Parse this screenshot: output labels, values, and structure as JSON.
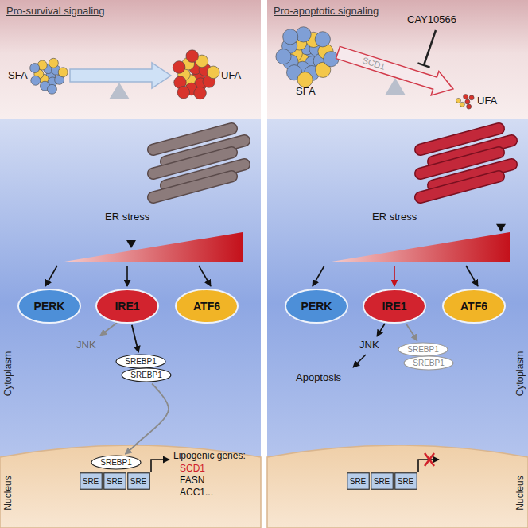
{
  "diagram": {
    "nodes": [
      {
        "text": [
          "Pro-survival signaling"
        ]
      },
      {
        "text": [
          "Cytoplasm"
        ]
      },
      {
        "text": [
          "PERK"
        ],
        "in": 1
      },
      {
        "text": [
          "IRE1"
        ],
        "in": 1
      },
      {
        "text": [
          "ATF6"
        ],
        "in": 1
      },
      {
        "text": [
          "SREBP1"
        ],
        "in": 1
      },
      {
        "text": [
          "SREBP1"
        ],
        "in": 1
      },
      {
        "text": [
          "Nucleus"
        ],
        "in": 1
      },
      {
        "text": [
          "SREBP1"
        ],
        "in": 7
      },
      {
        "text": [
          "SRE"
        ],
        "in": 7
      },
      {
        "text": [
          "SRE"
        ],
        "in": 7
      },
      {
        "text": [
          "SRE"
        ],
        "in": 7
      },
      {
        "text": [
          "Pro-apoptotic signaling"
        ]
      },
      {
        "text": [
          "Cytoplasm"
        ]
      },
      {
        "text": [
          "PERK"
        ],
        "in": 13
      },
      {
        "text": [
          "IRE1"
        ],
        "in": 13
      },
      {
        "text": [
          "ATF6"
        ],
        "in": 13
      },
      {
        "text": [
          "SREBP1"
        ],
        "in": 13
      },
      {
        "text": [
          "SREBP1"
        ],
        "in": 13
      },
      {
        "text": [
          "Nucleus"
        ],
        "in": 13
      },
      {
        "text": [
          "SRE"
        ],
        "in": 19
      },
      {
        "text": [
          "SRE"
        ],
        "in": 19
      },
      {
        "text": [
          "SRE"
        ],
        "in": 19
      }
    ],
    "edges": [
      {
        "from": 3,
        "to": 5,
        "arrow": "to"
      },
      {
        "from": 6,
        "to": 8,
        "arrow": "to"
      },
      {
        "from": 15,
        "to": 17,
        "arrow": "to"
      }
    ],
    "labels": [
      "SFA",
      "UFA",
      "ER stress",
      "JNK",
      "Lipogenic genes:",
      "SCD1",
      "FASN",
      "ACC1...",
      "SFA",
      "CAY10566",
      "SCD1",
      "UFA",
      "ER stress",
      "JNK",
      "Apoptosis"
    ]
  }
}
